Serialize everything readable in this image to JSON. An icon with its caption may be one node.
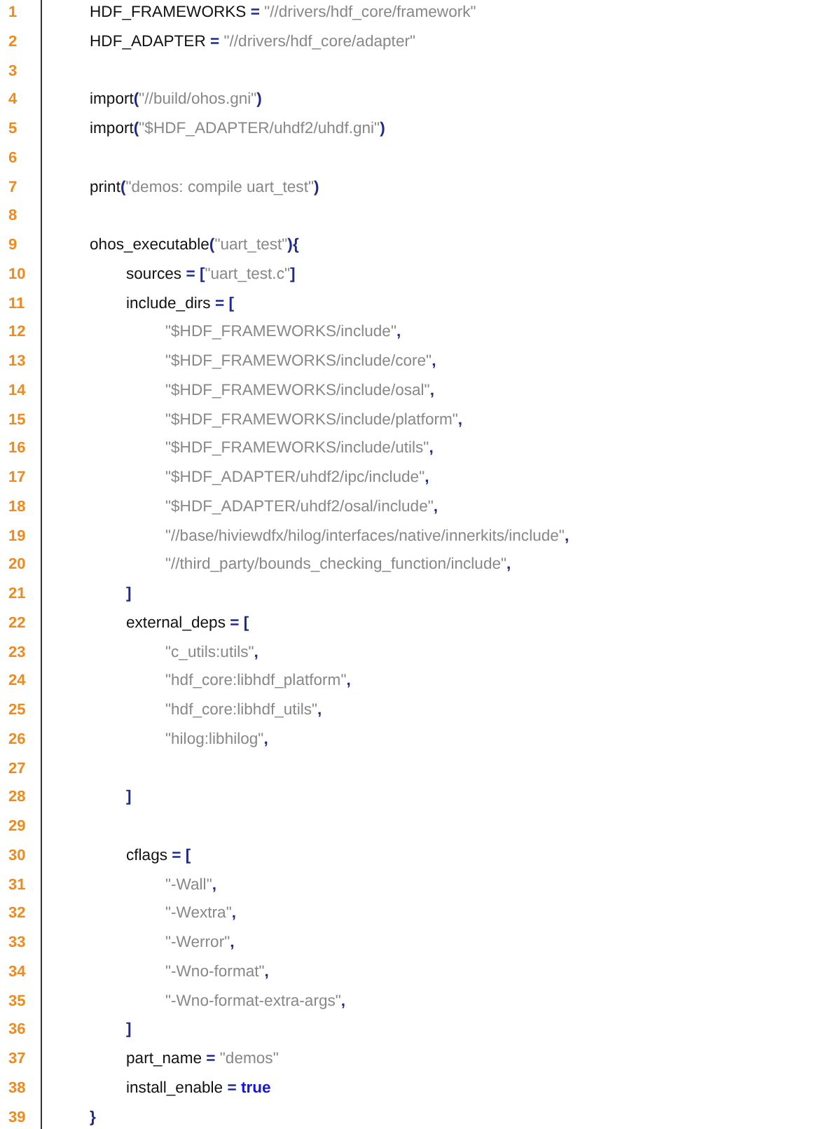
{
  "diagram": {
    "labels": [
      "1",
      "HDF_FRAMEWORKS = \"//drivers/hdf_core/framework\"",
      "2",
      "HDF_ADAPTER = \"//drivers/hdf_core/adapter\"",
      "3",
      "4",
      "import(\"//build/ohos.gni\")",
      "5",
      "import(\"$HDF_ADAPTER/uhdf2/uhdf.gni\")",
      "6",
      "7",
      "print(\"demos: compile uart_test\")",
      "8",
      "9",
      "ohos_executable(\"uart_test\"){",
      "10",
      "sources = [\"uart_test.c\"]",
      "11",
      "include_dirs = [",
      "12",
      "\"$HDF_FRAMEWORKS/include\",",
      "13",
      "\"$HDF_FRAMEWORKS/include/core\",",
      "14",
      "\"$HDF_FRAMEWORKS/include/osal\",",
      "15",
      "\"$HDF_FRAMEWORKS/include/platform\",",
      "16",
      "\"$HDF_FRAMEWORKS/include/utils\",",
      "17",
      "\"$HDF_ADAPTER/uhdf2/ipc/include\",",
      "18",
      "\"$HDF_ADAPTER/uhdf2/osal/include\",",
      "19",
      "\"//base/hiviewdfx/hilog/interfaces/native/innerkits/include\",",
      "20",
      "\"//third_party/bounds_checking_function/include\",",
      "21",
      "]",
      "22",
      "external_deps = [",
      "23",
      "\"c_utils:utils\",",
      "24",
      "\"hdf_core:libhdf_platform\",",
      "25",
      "\"hdf_core:libhdf_utils\",",
      "26",
      "\"hilog:libhilog\",",
      "27",
      "28",
      "]",
      "29",
      "30",
      "cflags = [",
      "31",
      "\"-Wall\",",
      "32",
      "\"-Wextra\",",
      "33",
      "\"-Werror\",",
      "34",
      "\"-Wno-format\",",
      "35",
      "\"-Wno-format-extra-args\",",
      "36",
      "]",
      "37",
      "part_name = \"demos\"",
      "38",
      "install_enable = true",
      "39",
      "}"
    ]
  }
}
